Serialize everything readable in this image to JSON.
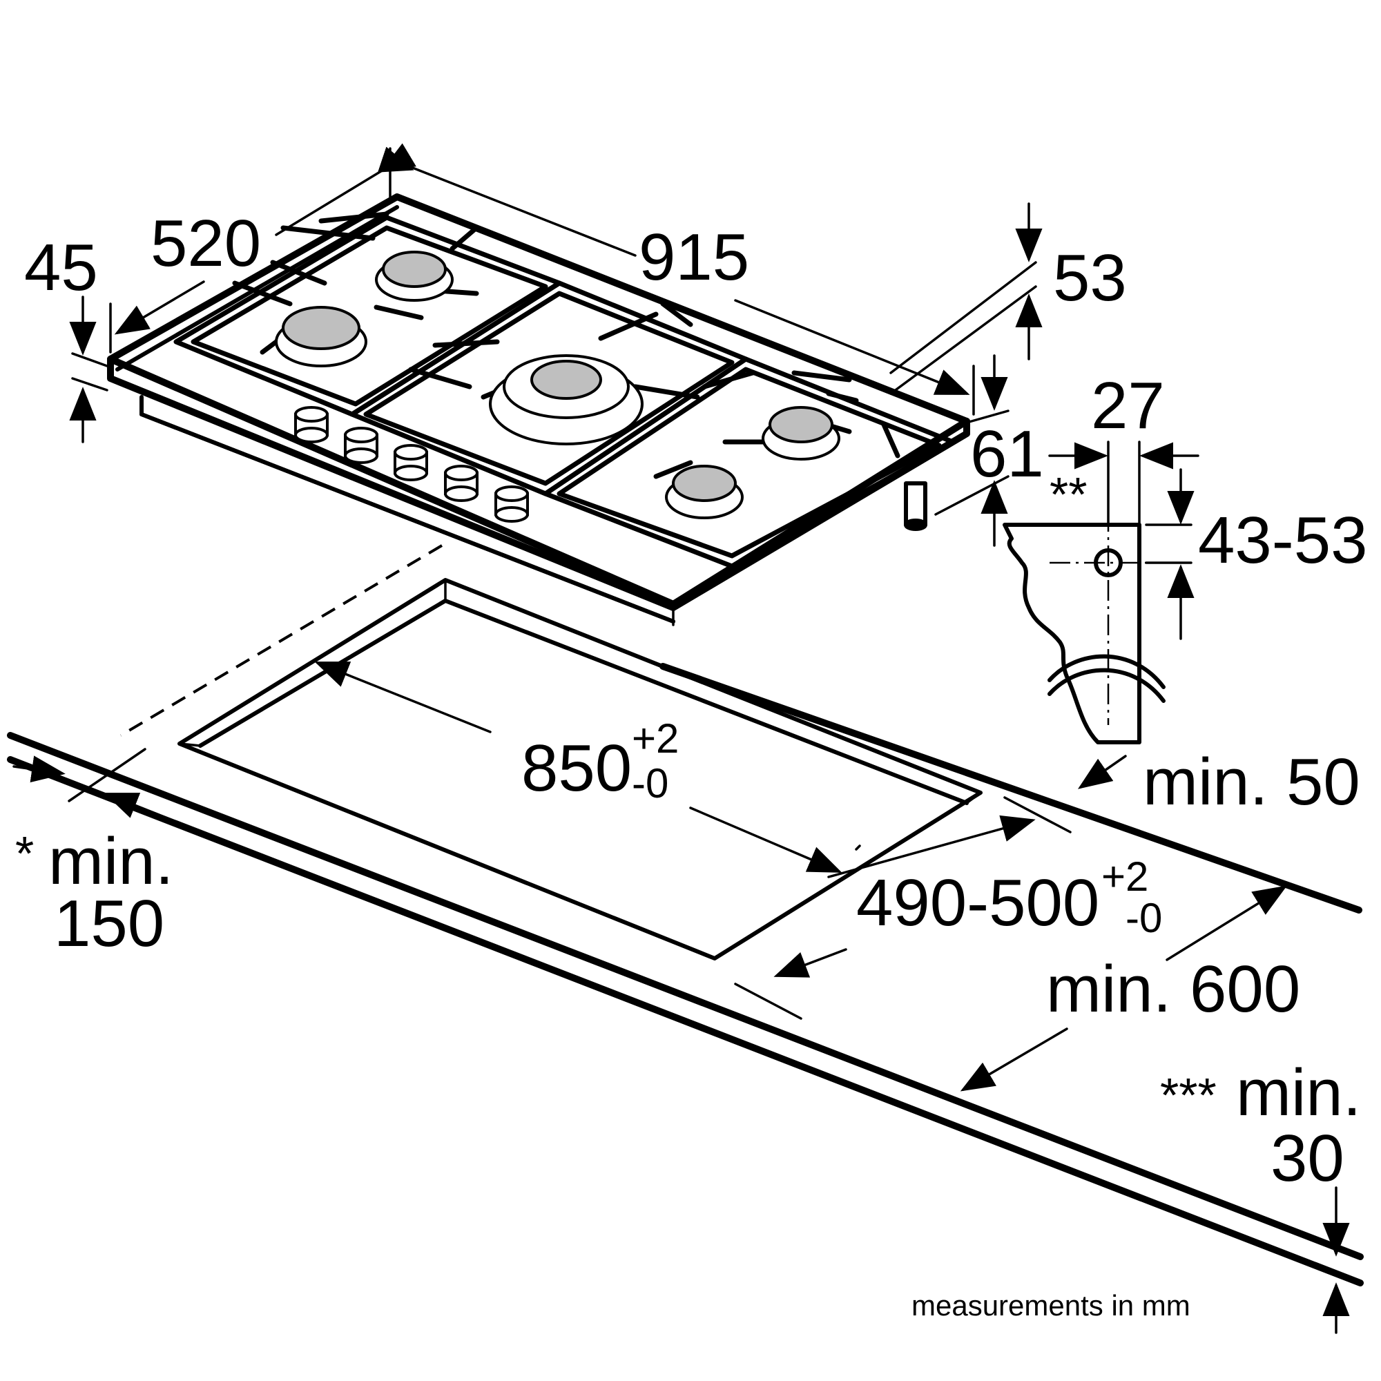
{
  "dimensions": {
    "hob_height": "45",
    "hob_depth": "520",
    "hob_width": "915",
    "hob_rear_offset": "53",
    "hob_right_offset": "61",
    "gas_connection_offset": "27",
    "double_star": "**",
    "gas_connection_height": "43-53",
    "cutout_width": "850",
    "cutout_width_tol_plus": "+2",
    "cutout_width_tol_minus": "-0",
    "cutout_depth": "490-500",
    "cutout_depth_tol_plus": "+2",
    "cutout_depth_tol_minus": "-0",
    "rear_clearance": "min. 50",
    "worktop_depth": "min. 600",
    "side_clearance_star": "*",
    "side_clearance_label": "min.",
    "side_clearance_value": "150",
    "worktop_thickness_star": "***",
    "worktop_thickness_label": "min.",
    "worktop_thickness_value": "30"
  },
  "caption": "measurements in mm"
}
